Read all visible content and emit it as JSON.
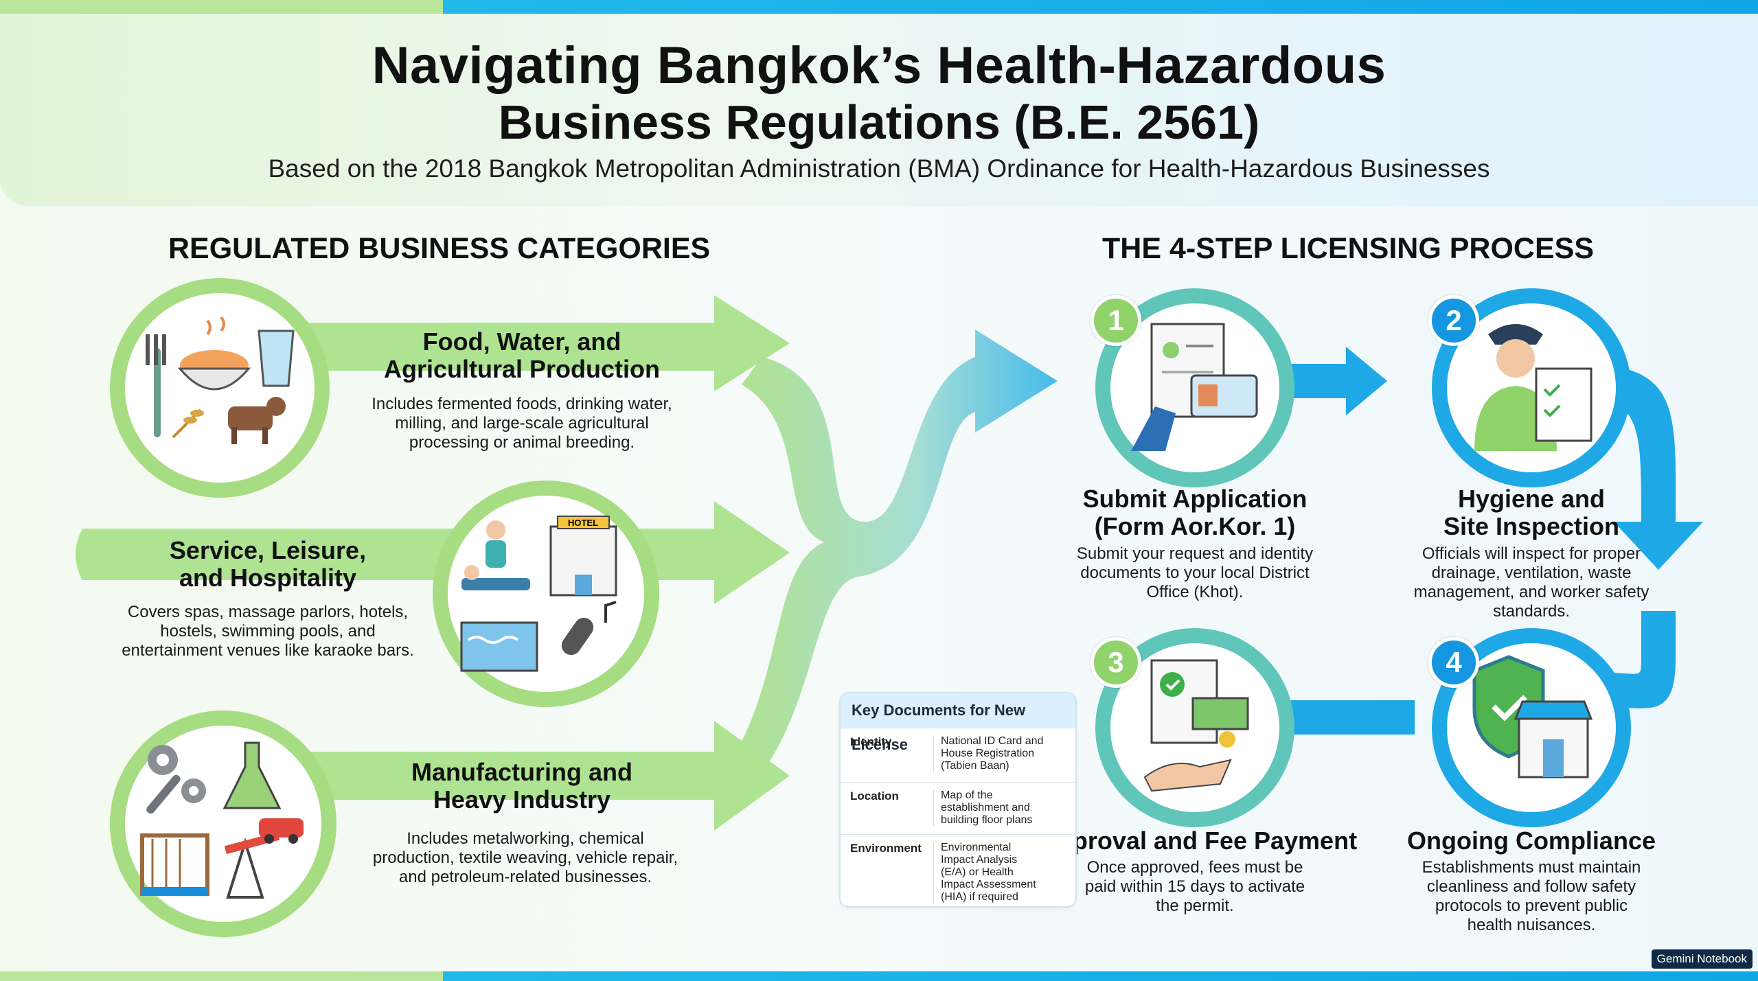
{
  "header": {
    "title_line1": "Navigating Bangkok’s Health-Hazardous",
    "title_line2": "Business Regulations (B.E. 2561)",
    "subtitle": "Based on the 2018 Bangkok Metropolitan Administration (BMA) Ordinance for Health-Hazardous Businesses"
  },
  "categories_section": {
    "title": "REGULATED BUSINESS CATEGORIES",
    "items": [
      {
        "title_line1": "Food, Water, and",
        "title_line2": "Agricultural Production",
        "desc_line1": "Includes fermented foods, drinking water,",
        "desc_line2": "milling, and large-scale agricultural",
        "desc_line3": "processing or animal breeding.",
        "icons": [
          "fork-icon",
          "food-bowl-icon",
          "water-glass-icon",
          "wheat-icon",
          "cow-icon"
        ]
      },
      {
        "title_line1": "Service, Leisure,",
        "title_line2": "and Hospitality",
        "desc_line1": "Covers spas, massage parlors, hotels,",
        "desc_line2": "hostels, swimming pools, and",
        "desc_line3": "entertainment venues like karaoke bars.",
        "icons": [
          "massage-icon",
          "hotel-icon",
          "swimming-pool-icon",
          "microphone-icon"
        ],
        "hotel_sign": "HOTEL"
      },
      {
        "title_line1": "Manufacturing and",
        "title_line2": "Heavy Industry",
        "desc_line1": "Includes metalworking, chemical",
        "desc_line2": "production, textile weaving, vehicle repair,",
        "desc_line3": "and petroleum-related businesses.",
        "icons": [
          "gear-wrench-icon",
          "flask-icon",
          "loom-icon",
          "oil-pump-icon",
          "car-icon"
        ]
      }
    ]
  },
  "process_section": {
    "title": "THE 4-STEP LICENSING PROCESS",
    "steps": [
      {
        "number": "1",
        "title_line1": "Submit Application",
        "title_line2": "(Form Aor.Kor. 1)",
        "desc_line1": "Submit your request and identity",
        "desc_line2": "documents to your local District",
        "desc_line3": "Office (Khot).",
        "desc_line4": "",
        "icon": "application-form-icon"
      },
      {
        "number": "2",
        "title_line1": "Hygiene and",
        "title_line2": "Site Inspection",
        "desc_line1": "Officials will inspect for proper",
        "desc_line2": "drainage, ventilation, waste",
        "desc_line3": "management, and worker safety",
        "desc_line4": "standards.",
        "icon": "inspector-clipboard-icon"
      },
      {
        "number": "3",
        "title_line1": "Approval and Fee Payment",
        "title_line2": "",
        "desc_line1": "Once approved, fees must be",
        "desc_line2": "paid within 15 days to activate",
        "desc_line3": "the permit.",
        "desc_line4": "",
        "icon": "payment-approval-icon"
      },
      {
        "number": "4",
        "title_line1": "Ongoing Compliance",
        "title_line2": "",
        "desc_line1": "Establishments must maintain",
        "desc_line2": "cleanliness and follow safety",
        "desc_line3": "protocols to prevent public",
        "desc_line4": "health nuisances.",
        "icon": "shield-shop-icon"
      }
    ]
  },
  "documents_card": {
    "title": "Key Documents for New License",
    "rows": [
      {
        "label": "Identity",
        "l1": "National ID Card and",
        "l2": "House Registration",
        "l3": "(Tabien Baan)",
        "l4": ""
      },
      {
        "label": "Location",
        "l1": "Map of the",
        "l2": "establishment and",
        "l3": "building floor plans",
        "l4": ""
      },
      {
        "label": "Environment",
        "l1": "Environmental",
        "l2": "Impact Analysis",
        "l3": "(E/A) or Health",
        "l4": "Impact Assessment",
        "l5": "(HIA) if required"
      }
    ]
  },
  "footer": {
    "brand": "Gemini Notebook"
  },
  "colors": {
    "green": "#a6dd82",
    "blue": "#1fa8e6",
    "dark_blue": "#1497e0"
  }
}
